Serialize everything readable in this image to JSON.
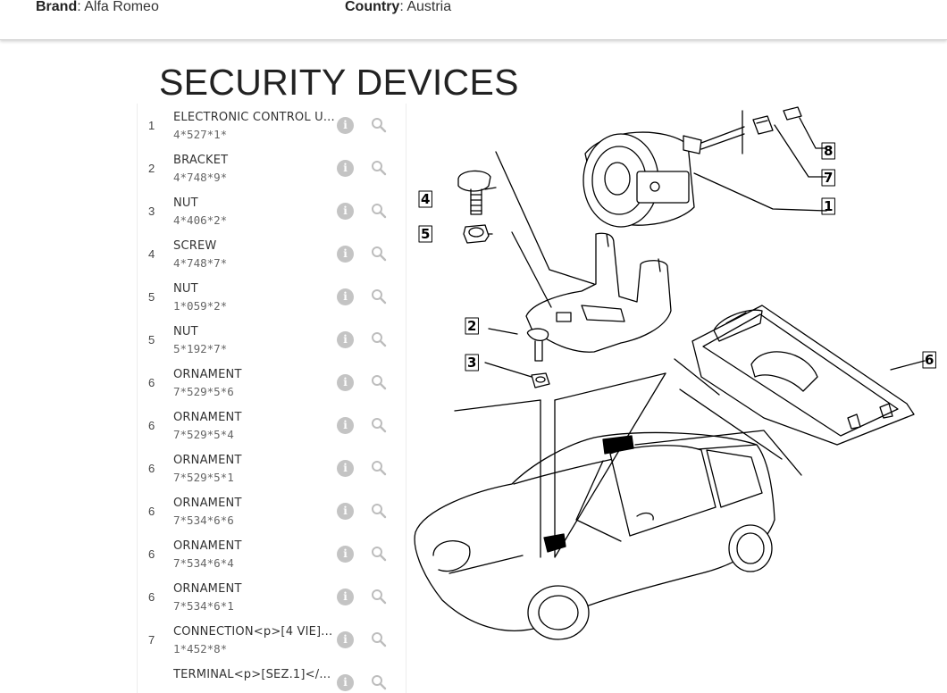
{
  "header": {
    "brand_label": "Brand",
    "brand_value": ": Alfa Romeo",
    "country_label": "Country",
    "country_value": ": Austria"
  },
  "page": {
    "title": "SECURITY DEVICES"
  },
  "parts": [
    {
      "num": "1",
      "name": "ELECTRONIC CONTROL U...",
      "code": "4*527*1*"
    },
    {
      "num": "2",
      "name": "BRACKET",
      "code": "4*748*9*"
    },
    {
      "num": "3",
      "name": "NUT",
      "code": "4*406*2*"
    },
    {
      "num": "4",
      "name": "SCREW",
      "code": "4*748*7*"
    },
    {
      "num": "5",
      "name": "NUT",
      "code": "1*059*2*"
    },
    {
      "num": "5",
      "name": "NUT",
      "code": "5*192*7*"
    },
    {
      "num": "6",
      "name": "ORNAMENT",
      "code": "7*529*5*6"
    },
    {
      "num": "6",
      "name": "ORNAMENT",
      "code": "7*529*5*4"
    },
    {
      "num": "6",
      "name": "ORNAMENT",
      "code": "7*529*5*1"
    },
    {
      "num": "6",
      "name": "ORNAMENT",
      "code": "7*534*6*6"
    },
    {
      "num": "6",
      "name": "ORNAMENT",
      "code": "7*534*6*4"
    },
    {
      "num": "6",
      "name": "ORNAMENT",
      "code": "7*534*6*1"
    },
    {
      "num": "7",
      "name": "CONNECTION<p>[4 VIE]...",
      "code": "1*452*8*"
    },
    {
      "num": "",
      "name": "TERMINAL<p>[SEZ.1]</...",
      "code": ""
    }
  ],
  "icons": {
    "info": "info-icon",
    "zoom": "magnifier-icon",
    "info_glyph": "i"
  },
  "diagram": {
    "callouts": [
      "8",
      "7",
      "1",
      "4",
      "5",
      "2",
      "3",
      "6"
    ]
  }
}
